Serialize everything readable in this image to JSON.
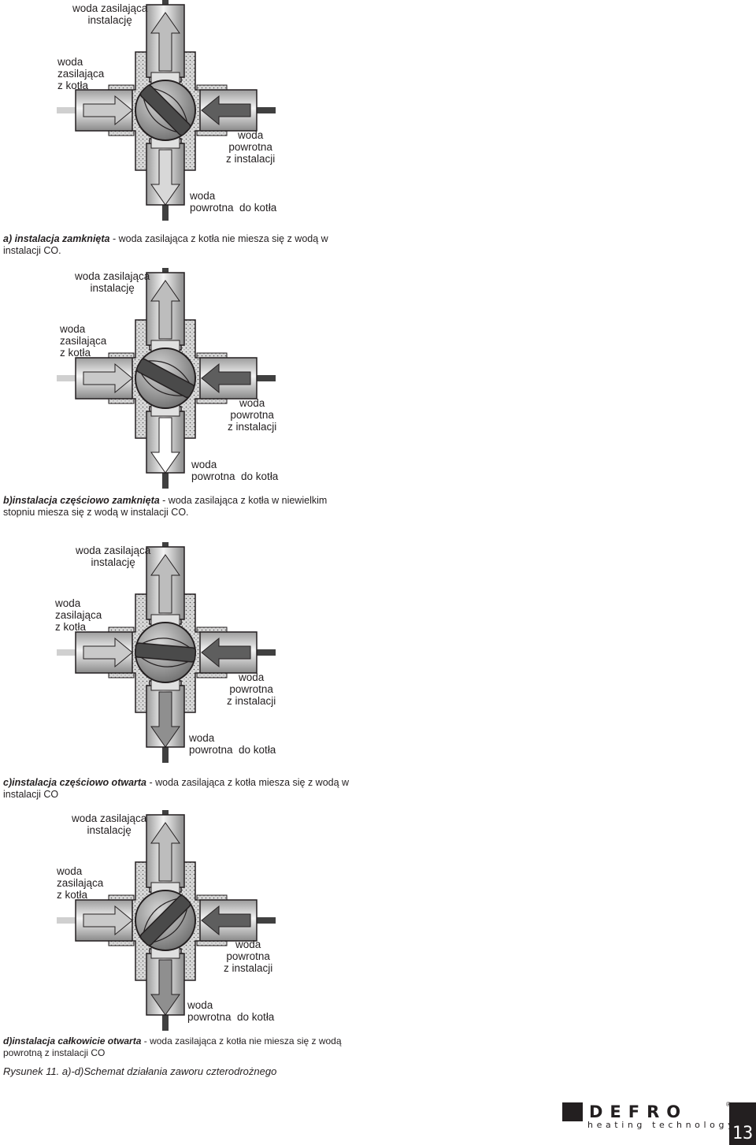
{
  "labels": {
    "supply_to_install": "woda zasilająca\ninstalację",
    "supply_from_boiler": "woda\nzasilająca\nz kotła",
    "return_from_install": "woda\npowrotna\nz instalacji",
    "return_to_boiler": "woda\npowrotna  do kotła"
  },
  "captions": [
    {
      "bold": "a) instalacja zamknięta",
      "rest": " - woda zasilająca z kotła nie miesza się z wodą w instalacji CO."
    },
    {
      "bold": "b)instalacja częściowo zamknięta",
      "rest": " - woda zasilająca z kotła w niewielkim stopniu miesza się z wodą w instalacji CO."
    },
    {
      "bold": "c)instalacja częściowo otwarta",
      "rest": " - woda zasilająca z kotła miesza się z wodą w instalacji CO"
    },
    {
      "bold": "d)instalacja całkowicie otwarta",
      "rest": " - woda zasilająca z kotła nie miesza się z wodą powrotną z instalacji CO"
    }
  ],
  "valve_states": [
    "closed",
    "partially-closed",
    "partially-open",
    "fully-open"
  ],
  "figure_caption": "Rysunek 11. a)-d)Schemat działania zaworu czterodrożnego",
  "brand": {
    "name": "DEFRO",
    "tagline": "heating technology",
    "registered": "®",
    "page_number": "13"
  },
  "colors": {
    "ink": "#231f20",
    "pipe_light": "#e8e8e8",
    "pipe_dark": "#8c8c8c",
    "ball": "#9a9a9a",
    "background": "#ffffff"
  }
}
